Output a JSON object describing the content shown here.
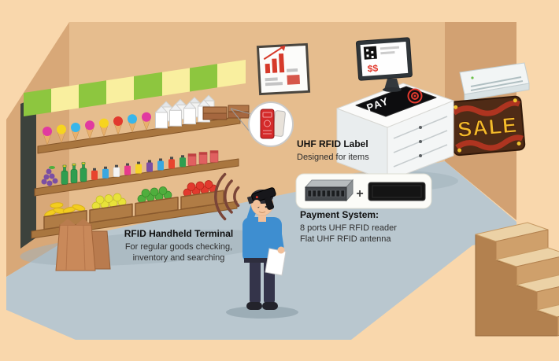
{
  "scene": {
    "name": "RFID smart retail store illustration"
  },
  "callouts": {
    "uhf_label": {
      "title": "UHF RFID Label",
      "subtitle": "Designed for items"
    },
    "payment_system": {
      "title": "Payment System:",
      "lines": [
        "8 ports UHF RFID reader",
        "Flat UHF RFID antenna"
      ],
      "plus_sign": "+"
    },
    "handheld_terminal": {
      "title": "RFID Handheld Terminal",
      "lines": [
        "For regular goods checking,",
        "inventory and searching"
      ]
    }
  },
  "signs": {
    "sale_banner": "SALE",
    "payment_pad": "PAY",
    "monitor_screen": "$$"
  },
  "colors": {
    "background": "#f9d7ac",
    "back_wall": "#e6bd8e",
    "right_wall": "#d2a172",
    "left_wall": "#d8a878",
    "floor": "#b9c7cf",
    "wood": "#b07c45",
    "awning_green": "#8dc63f",
    "awning_yellow": "#f9ef9f",
    "banner_brown": "#4f2b16",
    "banner_yellow": "#f2b92c",
    "label_red": "#d42a2a",
    "shirt_blue": "#3e8ed0",
    "wave_brown": "#7a4538"
  }
}
